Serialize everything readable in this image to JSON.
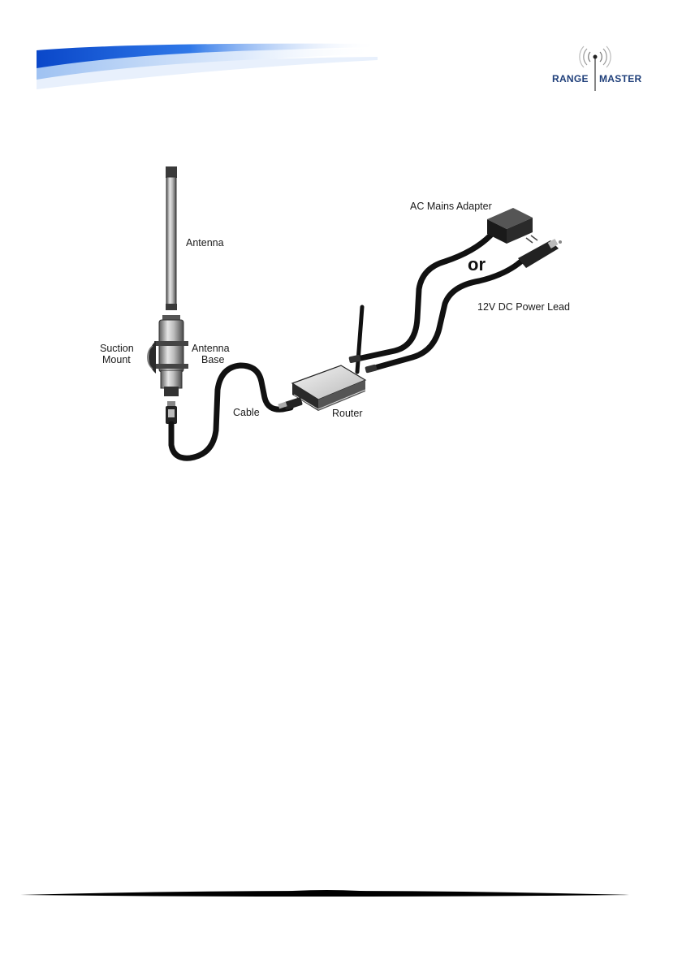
{
  "header": {
    "logo_word_1": "RANGE",
    "logo_word_2": "MASTER",
    "swoosh_colors": [
      "#0a47c9",
      "#2f78e8",
      "#9fc2f2",
      "#dce9fb"
    ],
    "brand_color": "#1f3f7a"
  },
  "diagram": {
    "labels": {
      "antenna": "Antenna",
      "suction_mount": [
        "Suction",
        "Mount"
      ],
      "antenna_base": [
        "Antenna",
        "Base"
      ],
      "cable": "Cable",
      "router": "Router",
      "ac_adapter": "AC Mains Adapter",
      "or": "or",
      "dc_lead": "12V DC Power Lead"
    },
    "components": [
      {
        "icon": "antenna-whip-icon"
      },
      {
        "icon": "suction-mount-icon"
      },
      {
        "icon": "antenna-base-icon"
      },
      {
        "icon": "usb-cable-icon"
      },
      {
        "icon": "router-icon"
      },
      {
        "icon": "ac-adapter-icon"
      },
      {
        "icon": "car-plug-icon"
      }
    ]
  }
}
